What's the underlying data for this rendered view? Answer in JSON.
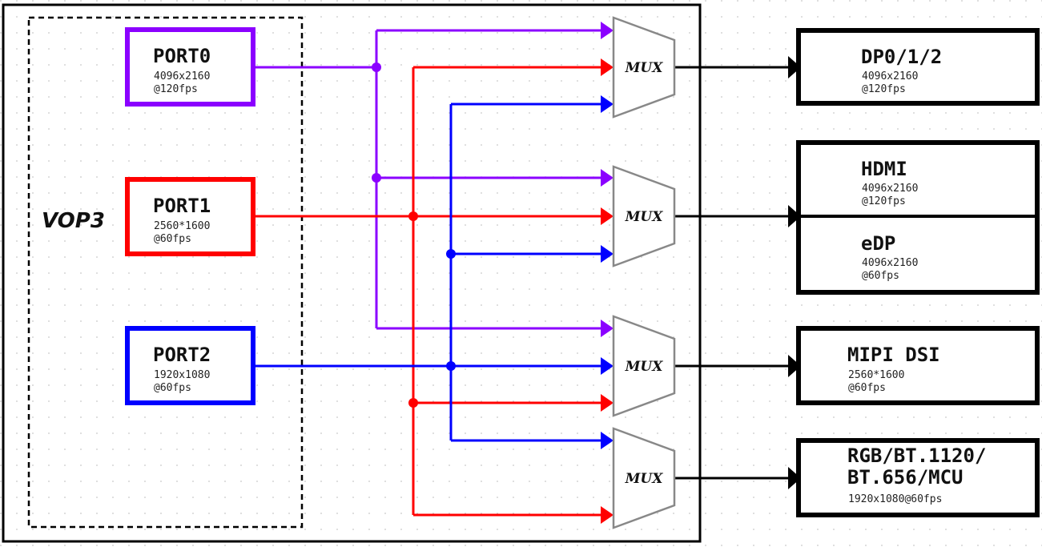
{
  "vop_label": "VOP3",
  "mux_label": "MUX",
  "colors": {
    "port0": "#8b00ff",
    "port1": "#ff0000",
    "port2": "#0000ff",
    "outline": "#000000",
    "mux_stroke": "#888888",
    "grid_dot": "#c8c8c8"
  },
  "ports": [
    {
      "name": "PORT0",
      "res": "4096x2160",
      "fps": "@120fps"
    },
    {
      "name": "PORT1",
      "res": "2560*1600",
      "fps": "@60fps"
    },
    {
      "name": "PORT2",
      "res": "1920x1080",
      "fps": "@60fps"
    }
  ],
  "outputs": {
    "dp": {
      "name": "DP0/1/2",
      "res": "4096x2160",
      "fps": "@120fps"
    },
    "hdmi": {
      "name": "HDMI",
      "res": "4096x2160",
      "fps": "@120fps"
    },
    "edp": {
      "name": "eDP",
      "res": "4096x2160",
      "fps": "@60fps"
    },
    "mipi": {
      "name": "MIPI DSI",
      "res": "2560*1600",
      "fps": "@60fps"
    },
    "rgb": {
      "name_line1": "RGB/BT.1120/",
      "name_line2": "BT.656/MCU",
      "res": "1920x1080@60fps"
    }
  }
}
